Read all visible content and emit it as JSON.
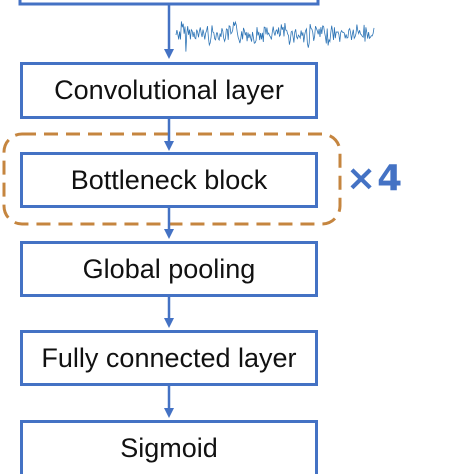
{
  "diagram": {
    "steps": [
      {
        "label": "Convolutional layer"
      },
      {
        "label": "Bottleneck block"
      },
      {
        "label": "Global pooling"
      },
      {
        "label": "Fully connected layer"
      },
      {
        "label": "Sigmoid"
      }
    ],
    "repeat_label": "×4",
    "colors": {
      "box_border": "#4472C4",
      "arrow": "#4472C4",
      "dashed_group": "#C5853F",
      "signal": "#2E75B6",
      "text": "#111111"
    },
    "icons": {
      "input": "signal-waveform-icon"
    }
  }
}
